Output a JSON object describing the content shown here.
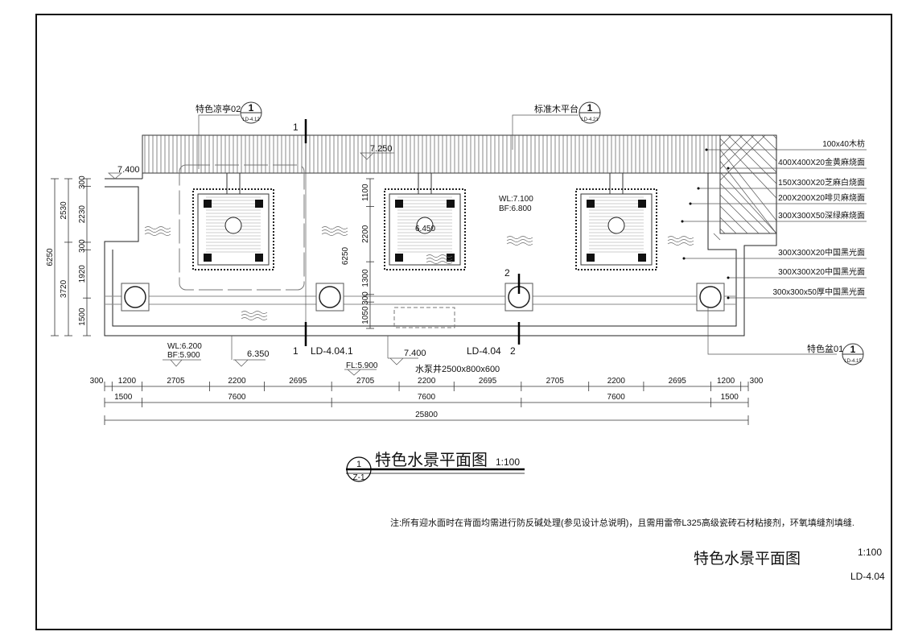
{
  "drawing": {
    "top_callouts": {
      "pavilion": "特色凉亭02",
      "pavilion_ref_num": "1",
      "pavilion_ref_sheet": "LD-4.12",
      "deck": "标准木平台",
      "deck_ref_num": "1",
      "deck_ref_sheet": "LD-4.21"
    },
    "elevations": {
      "deck": "7.250",
      "left_top": "7.400",
      "mid_wl": "WL:7.100",
      "mid_bf": "BF:6.800",
      "fountain": "6.450",
      "left_wl": "WL:6.200",
      "left_bf": "BF:5.900",
      "level_a": "6.350",
      "fl": "FL:5.900",
      "level_b": "7.400"
    },
    "section_marks": {
      "sec1_top": "1",
      "sec1_bottom": "1",
      "sec1_ref": "LD-4.04.1",
      "sec2_top": "2",
      "sec2_ref": "LD-4.04",
      "sec2_bottom": "2"
    },
    "pump_well": "水泵井2500x800x600",
    "planter_callout": "特色盆01",
    "planter_ref_num": "1",
    "planter_ref_sheet": "LD-4.15",
    "material_labels": [
      "100x40木枋",
      "400X400X20金黄麻烧面",
      "150X300X20芝麻白烧面",
      "200X200X20啡贝麻烧面",
      "300X300X50深绿麻烧面",
      "300X300X20中国黑光面",
      "300X300X20中国黑光面",
      "300x300x50厚中国黑光面"
    ],
    "dims_bottom_row1": [
      300,
      1200,
      2705,
      2200,
      2695,
      2705,
      2200,
      2695,
      2705,
      2200,
      2695,
      1200,
      300
    ],
    "dims_bottom_row2": [
      1500,
      7600,
      7600,
      7600,
      1500
    ],
    "dims_bottom_row3": [
      25800
    ],
    "dims_left_outer": [
      6250
    ],
    "dims_left_mid": [
      2530,
      3720
    ],
    "dims_left_inner": [
      300,
      2230,
      300,
      1920,
      1500
    ],
    "dims_center": [
      1100,
      2200,
      1300,
      300,
      1050
    ],
    "dims_center_total": "6250"
  },
  "plan_title": {
    "text": "特色水景平面图",
    "scale": "1:100",
    "bubble_top": "1",
    "bubble_bottom": "Z-1"
  },
  "note": "注:所有迎水面时在背面均需进行防反碱处理(参见设计总说明)，且需用雷帝L325高级瓷砖石材粘接剂，环氧填缝剂填缝.",
  "title_block": {
    "title": "特色水景平面图",
    "scale": "1:100",
    "sheet": "LD-4.04"
  }
}
